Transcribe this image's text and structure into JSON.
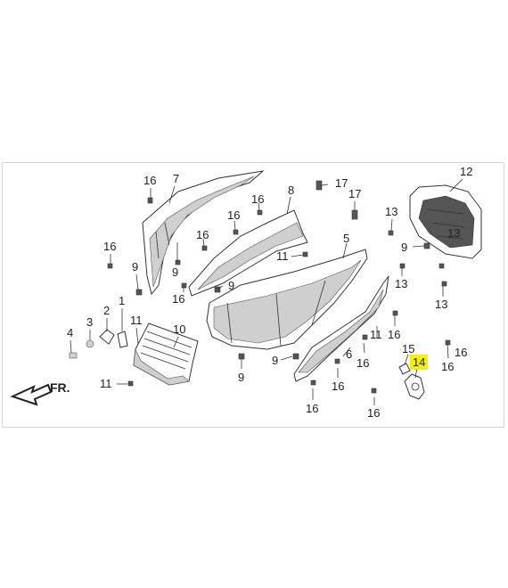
{
  "diagram": {
    "direction_label": "FR.",
    "highlight_color": "#f4f000",
    "callouts": [
      {
        "id": "c4",
        "text": "4"
      },
      {
        "id": "c3",
        "text": "3"
      },
      {
        "id": "c2",
        "text": "2"
      },
      {
        "id": "c1",
        "text": "1"
      },
      {
        "id": "c11a",
        "text": "11"
      },
      {
        "id": "c10",
        "text": "10"
      },
      {
        "id": "c11b",
        "text": "11"
      },
      {
        "id": "c16a",
        "text": "16"
      },
      {
        "id": "c9a",
        "text": "9"
      },
      {
        "id": "c16b",
        "text": "16"
      },
      {
        "id": "c7",
        "text": "7"
      },
      {
        "id": "c16c",
        "text": "16"
      },
      {
        "id": "c16d",
        "text": "16"
      },
      {
        "id": "c9b",
        "text": "9"
      },
      {
        "id": "c16e",
        "text": "16"
      },
      {
        "id": "c16f",
        "text": "16"
      },
      {
        "id": "c8",
        "text": "8"
      },
      {
        "id": "c11c",
        "text": "11"
      },
      {
        "id": "c9c",
        "text": "9"
      },
      {
        "id": "c17a",
        "text": "17"
      },
      {
        "id": "c17b",
        "text": "17"
      },
      {
        "id": "c5",
        "text": "5"
      },
      {
        "id": "c9d",
        "text": "9"
      },
      {
        "id": "c9e",
        "text": "9"
      },
      {
        "id": "c11d",
        "text": "11"
      },
      {
        "id": "c16g",
        "text": "16"
      },
      {
        "id": "c6",
        "text": "6"
      },
      {
        "id": "c16h",
        "text": "16"
      },
      {
        "id": "c16i",
        "text": "16"
      },
      {
        "id": "c16j",
        "text": "16"
      },
      {
        "id": "c16k",
        "text": "16"
      },
      {
        "id": "c16l",
        "text": "16"
      },
      {
        "id": "c13a",
        "text": "13"
      },
      {
        "id": "c13b",
        "text": "13"
      },
      {
        "id": "c13c",
        "text": "13"
      },
      {
        "id": "c13d",
        "text": "13"
      },
      {
        "id": "c9f",
        "text": "9"
      },
      {
        "id": "c12",
        "text": "12"
      },
      {
        "id": "c15",
        "text": "15"
      },
      {
        "id": "c14",
        "text": "14",
        "highlighted": true
      },
      {
        "id": "c16m",
        "text": "16"
      }
    ]
  }
}
